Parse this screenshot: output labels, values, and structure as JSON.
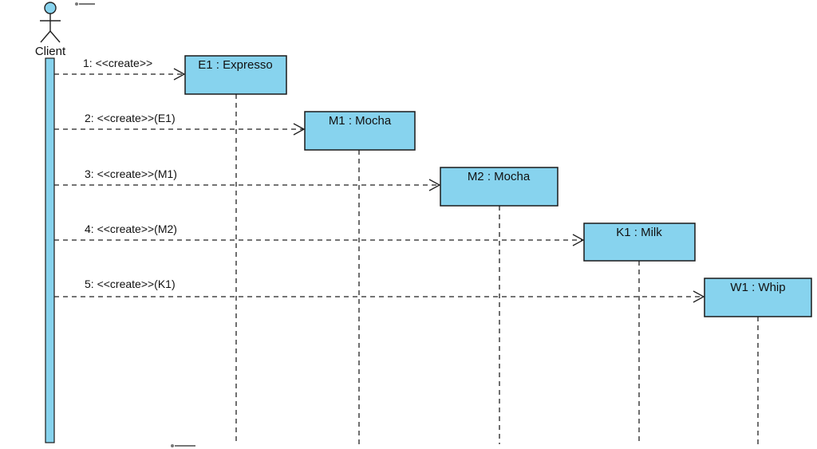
{
  "diagram": {
    "actor": {
      "name": "Client",
      "icon": "stick-figure-actor-icon"
    },
    "objects": [
      {
        "id": "E1",
        "label": "E1 : Expresso"
      },
      {
        "id": "M1",
        "label": "M1 : Mocha"
      },
      {
        "id": "M2",
        "label": "M2 : Mocha"
      },
      {
        "id": "K1",
        "label": "K1 : Milk"
      },
      {
        "id": "W1",
        "label": "W1 : Whip"
      }
    ],
    "messages": [
      {
        "label": "1: <<create>>",
        "from": "Client",
        "to": "E1"
      },
      {
        "label": "2: <<create>>(E1)",
        "from": "Client",
        "to": "M1"
      },
      {
        "label": "3: <<create>>(M1)",
        "from": "Client",
        "to": "M2"
      },
      {
        "label": "4: <<create>>(M2)",
        "from": "Client",
        "to": "K1"
      },
      {
        "label": "5: <<create>>(K1)",
        "from": "Client",
        "to": "W1"
      }
    ],
    "colors": {
      "fill": "#87d3ee",
      "stroke": "#1a1a1a"
    },
    "watermark_icons": [
      "tool-logo-icon"
    ]
  }
}
